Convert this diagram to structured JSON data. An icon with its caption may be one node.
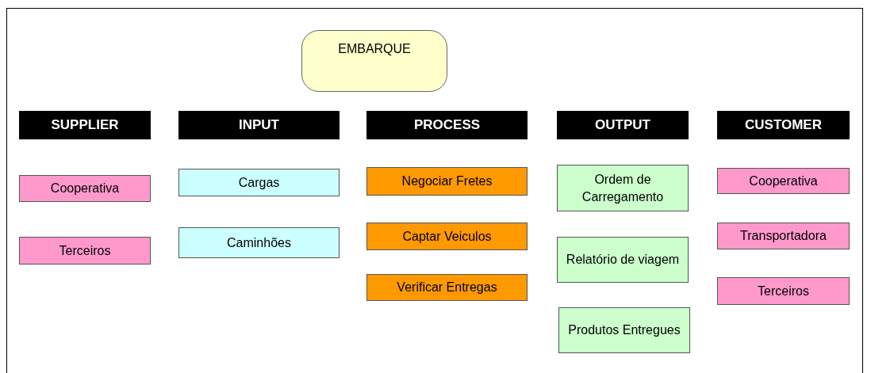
{
  "diagram": {
    "nodes": [
      {
        "text": [
          "EMBARQUE"
        ]
      },
      {
        "text": [
          "SUPPLIER"
        ]
      },
      {
        "text": [
          "INPUT"
        ]
      },
      {
        "text": [
          "PROCESS"
        ]
      },
      {
        "text": [
          "OUTPUT"
        ]
      },
      {
        "text": [
          "CUSTOMER"
        ]
      },
      {
        "text": [
          "Cooperativa"
        ]
      },
      {
        "text": [
          "Terceiros"
        ]
      },
      {
        "text": [
          "Cargas"
        ]
      },
      {
        "text": [
          "Caminhões"
        ]
      },
      {
        "text": [
          "Negociar Fretes"
        ]
      },
      {
        "text": [
          "Captar Veiculos"
        ]
      },
      {
        "text": [
          "Verificar Entregas"
        ]
      },
      {
        "text": [
          "Ordem de Carregamento"
        ]
      },
      {
        "text": [
          "Relatório de viagem"
        ]
      },
      {
        "text": [
          "Produtos Entregues"
        ]
      },
      {
        "text": [
          "Cooperativa"
        ]
      },
      {
        "text": [
          "Transportadora"
        ]
      },
      {
        "text": [
          "Terceiros"
        ]
      }
    ],
    "edges": []
  }
}
